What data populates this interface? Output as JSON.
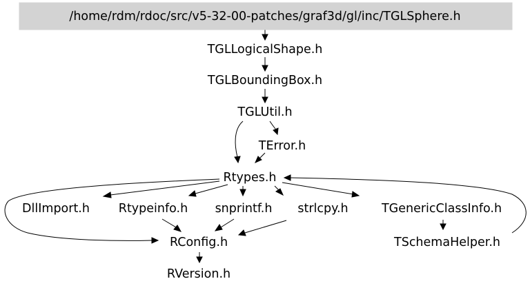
{
  "root_file": "/home/rdm/rdoc/src/v5-32-00-patches/graf3d/gl/inc/TGLSphere.h",
  "files": {
    "tgllogicalshape": "TGLLogicalShape.h",
    "tglboundingbox": "TGLBoundingBox.h",
    "tglutil": "TGLUtil.h",
    "terror": "TError.h",
    "rtypes": "Rtypes.h",
    "dllimport": "DllImport.h",
    "rtypeinfo": "Rtypeinfo.h",
    "snprintf": "snprintf.h",
    "strlcpy": "strlcpy.h",
    "tgenericclassinfo": "TGenericClassInfo.h",
    "rconfig": "RConfig.h",
    "tschemahelper": "TSchemaHelper.h",
    "rversion": "RVersion.h"
  },
  "edges": [
    [
      "root",
      "tgllogicalshape"
    ],
    [
      "tgllogicalshape",
      "tglboundingbox"
    ],
    [
      "tglboundingbox",
      "tglutil"
    ],
    [
      "tglutil",
      "terror"
    ],
    [
      "tglutil",
      "rtypes"
    ],
    [
      "terror",
      "rtypes"
    ],
    [
      "rtypes",
      "dllimport"
    ],
    [
      "rtypes",
      "rtypeinfo"
    ],
    [
      "rtypes",
      "snprintf"
    ],
    [
      "rtypes",
      "strlcpy"
    ],
    [
      "rtypes",
      "tgenericclassinfo"
    ],
    [
      "rtypes",
      "rconfig"
    ],
    [
      "rtypeinfo",
      "rconfig"
    ],
    [
      "snprintf",
      "rconfig"
    ],
    [
      "strlcpy",
      "rconfig"
    ],
    [
      "tgenericclassinfo",
      "tschemahelper"
    ],
    [
      "tschemahelper",
      "rtypes"
    ],
    [
      "rconfig",
      "rversion"
    ]
  ]
}
